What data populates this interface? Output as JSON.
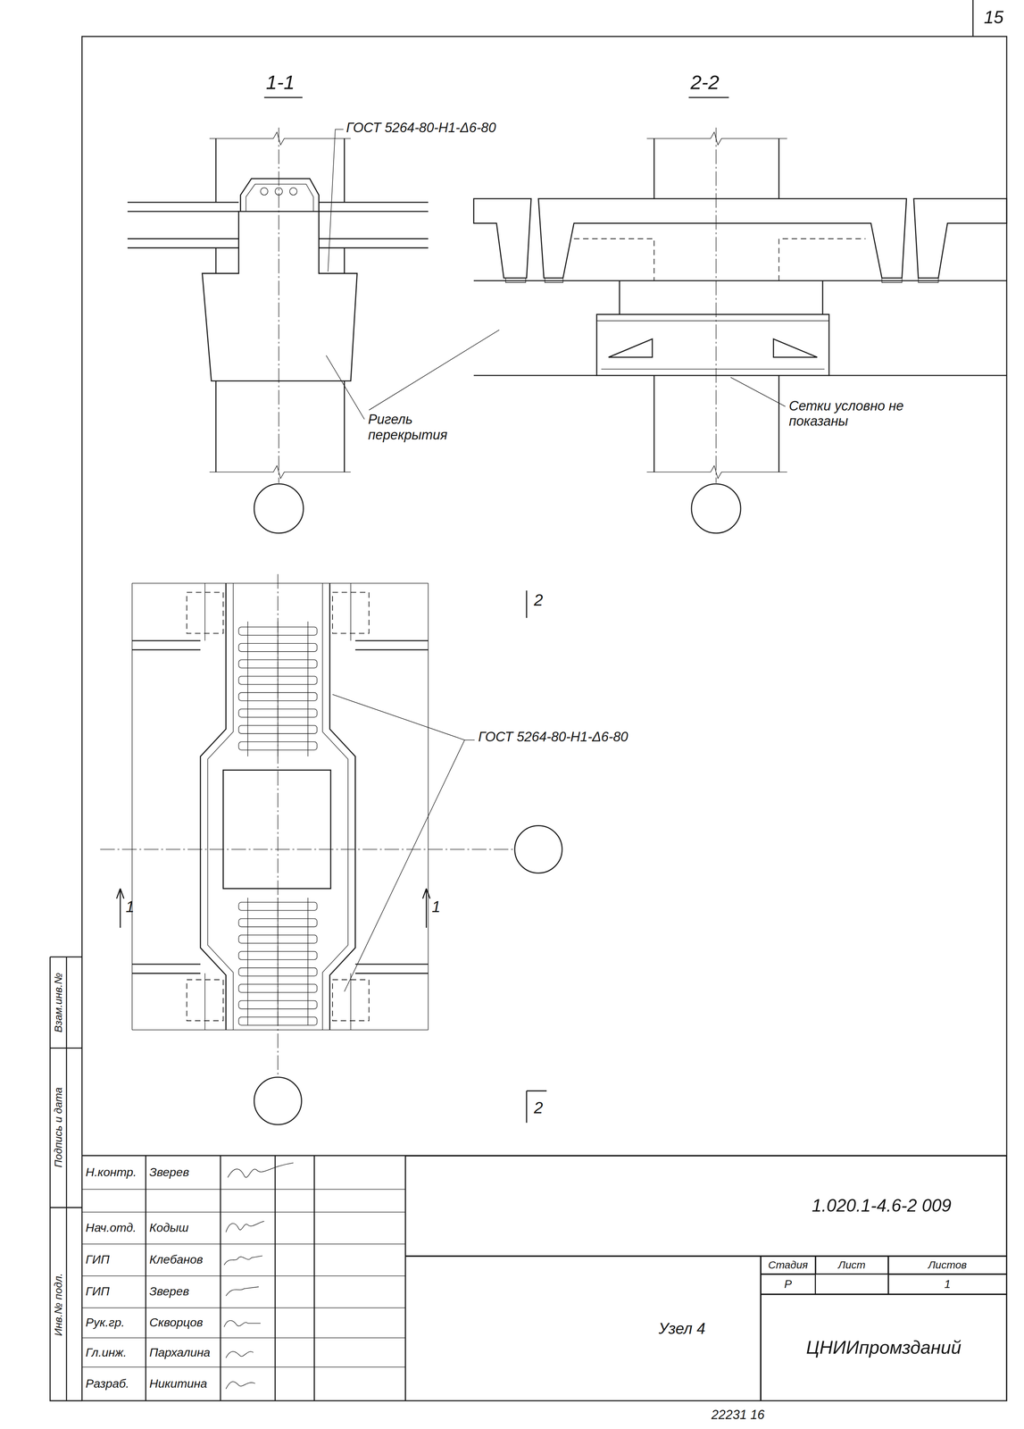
{
  "diagram": {
    "nodes": [
      {
        "text": [
          "1.020.1-4.6-2 009"
        ]
      },
      {
        "text": [
          "Узел 4"
        ]
      },
      {
        "text": [
          "Стадия"
        ]
      },
      {
        "text": [
          "Лист"
        ]
      },
      {
        "text": [
          "Листов"
        ]
      },
      {
        "text": [
          "Р"
        ]
      },
      {
        "text": [
          "1"
        ]
      },
      {
        "text": [
          "ЦНИИпромзданий"
        ]
      }
    ],
    "labels": [
      "15",
      "1-1",
      "2-2",
      "ГОСТ 5264-80-Н1-Δ6-80",
      "Ригель перекрытия",
      "Сетки условно не показаны",
      "2",
      "ГОСТ 5264-80-Н1-Δ6-80",
      "1",
      "1",
      "2",
      "Взам.инв.№",
      "Подпись и дата",
      "Инв.№ подл.",
      "Н.контр.",
      "Зверев",
      "Нач.отд.",
      "Кодыш",
      "ГИП",
      "Клебанов",
      "ГИП",
      "Зверев",
      "Рук.гр.",
      "Скворцов",
      "Гл.инж.",
      "Пархалина",
      "Разраб.",
      "Никитина",
      "22231 16"
    ]
  }
}
